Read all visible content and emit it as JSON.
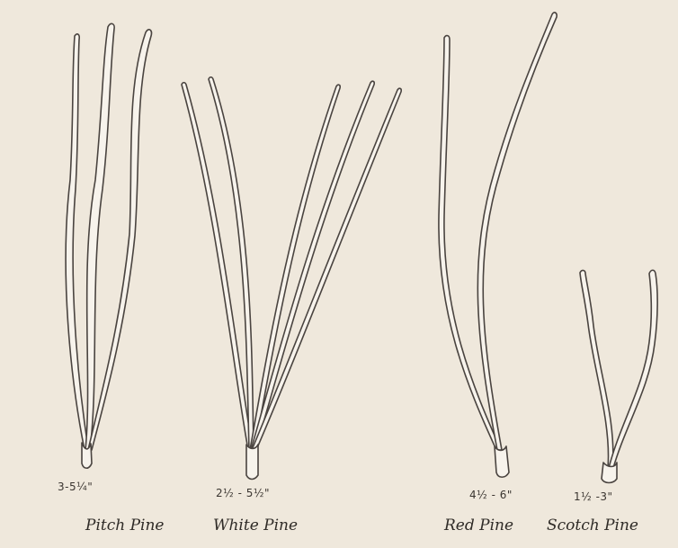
{
  "pines": [
    {
      "name": "Pitch Pine",
      "length": "3-5¼\""
    },
    {
      "name": "White Pine",
      "length": "2½ - 5½\""
    },
    {
      "name": "Red Pine",
      "length": "4½ - 6\""
    },
    {
      "name": "Scotch Pine",
      "length": "1½ -3\""
    }
  ],
  "colors": {
    "background": "#efe8dc",
    "ink": "#4a4440"
  }
}
